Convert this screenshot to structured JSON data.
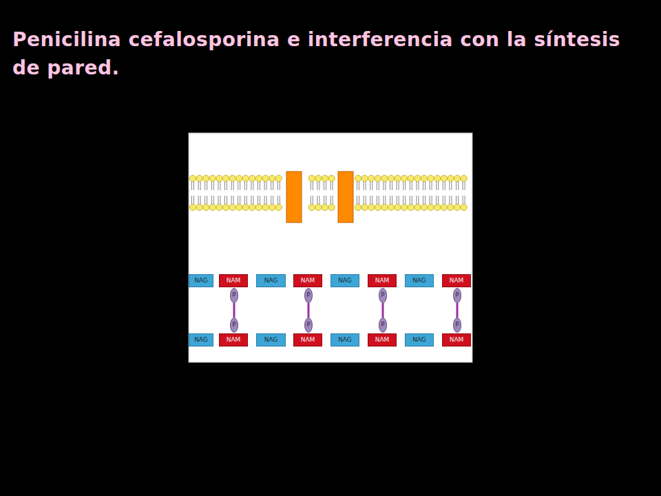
{
  "diagram": {
    "title": "Penicilina cefalosporina e interferencia con la síntesis de pared.",
    "nodes": [
      {
        "text": [
          "NAG"
        ]
      },
      {
        "text": [
          "NAM"
        ]
      },
      {
        "text": [
          "NAG"
        ]
      },
      {
        "text": [
          "NAM"
        ]
      },
      {
        "text": [
          "NAG"
        ]
      },
      {
        "text": [
          "NAM"
        ]
      },
      {
        "text": [
          "NAG"
        ]
      },
      {
        "text": [
          "NAM"
        ]
      },
      {
        "text": [
          "P"
        ]
      },
      {
        "text": [
          "P"
        ]
      },
      {
        "text": [
          "P"
        ]
      },
      {
        "text": [
          "P"
        ]
      },
      {
        "text": [
          "P"
        ]
      },
      {
        "text": [
          "P"
        ]
      },
      {
        "text": [
          "P"
        ]
      },
      {
        "text": [
          "P"
        ]
      },
      {
        "text": [
          "NAG"
        ]
      },
      {
        "text": [
          "NAM"
        ]
      },
      {
        "text": [
          "NAG"
        ]
      },
      {
        "text": [
          "NAM"
        ]
      },
      {
        "text": [
          "NAG"
        ]
      },
      {
        "text": [
          "NAM"
        ]
      },
      {
        "text": [
          "NAG"
        ]
      },
      {
        "text": [
          "NAM"
        ]
      }
    ],
    "edges": [
      {
        "from": 8,
        "to": 12,
        "arrow": "none"
      },
      {
        "from": 9,
        "to": 13,
        "arrow": "none"
      },
      {
        "from": 10,
        "to": 14,
        "arrow": "none"
      },
      {
        "from": 11,
        "to": 15,
        "arrow": "none"
      }
    ]
  }
}
